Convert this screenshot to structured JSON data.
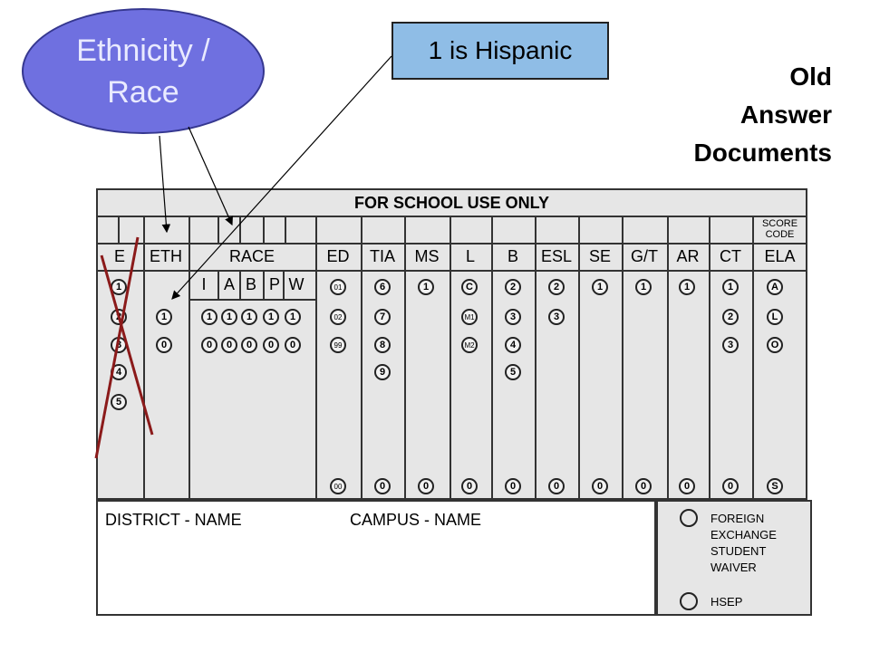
{
  "bubble_label": "Ethnicity /\nRace",
  "callout": "1 is Hispanic",
  "side_title": "Old\nAnswer\nDocuments",
  "form": {
    "title": "FOR SCHOOL USE ONLY",
    "score_code": "SCORE\nCODE",
    "headers": [
      "E",
      "ETH",
      "RACE",
      "ED",
      "TIA",
      "MS",
      "L",
      "B",
      "ESL",
      "SE",
      "G/T",
      "AR",
      "CT",
      "ELA"
    ],
    "race_sub": [
      "I",
      "A",
      "B",
      "P",
      "W"
    ],
    "e_options": [
      "1",
      "2",
      "3",
      "4",
      "5"
    ],
    "eth_options": [
      "1",
      "0"
    ],
    "race_options": [
      "1",
      "0"
    ],
    "ed_options": [
      "01",
      "02",
      "99",
      "00"
    ],
    "tia_options": [
      "6",
      "7",
      "8",
      "9",
      "0"
    ],
    "ms_options": [
      "1",
      "0"
    ],
    "l_options": [
      "C",
      "M1",
      "M2",
      "0"
    ],
    "b_options": [
      "2",
      "3",
      "4",
      "5",
      "0"
    ],
    "esl_options": [
      "2",
      "3",
      "0"
    ],
    "se_options": [
      "1",
      "0"
    ],
    "gt_options": [
      "1",
      "0"
    ],
    "ar_options": [
      "1",
      "0"
    ],
    "ct_options": [
      "1",
      "2",
      "3",
      "0"
    ],
    "ela_options": [
      "A",
      "L",
      "O",
      "S"
    ]
  },
  "bottom": {
    "district": "DISTRICT - NAME",
    "campus": "CAMPUS - NAME",
    "foreign": "FOREIGN\nEXCHANGE\nSTUDENT\nWAIVER",
    "hsep": "HSEP"
  },
  "colors": {
    "ellipse_fill": "#6f70e0",
    "callout_fill": "#8fbde6",
    "cross": "#8b1a1a"
  }
}
